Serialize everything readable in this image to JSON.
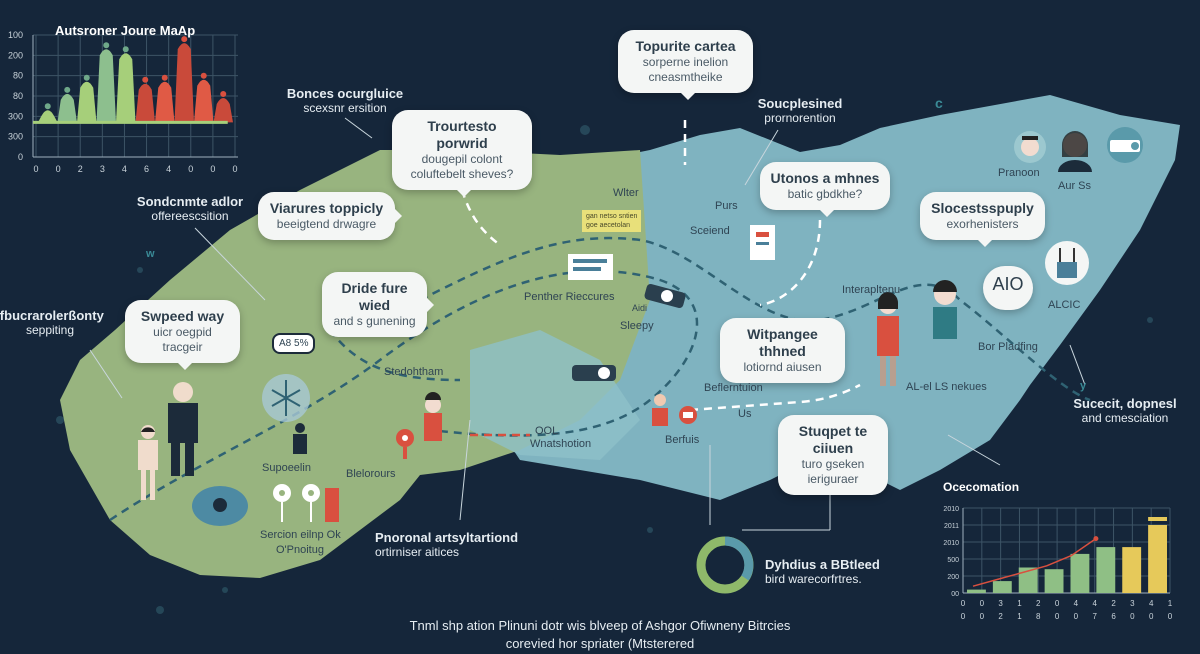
{
  "colors": {
    "background": "#15263a",
    "land_green": "#98b47f",
    "land_teal": "#7fb3c0",
    "bubble": "#f4f6f5",
    "accent_red": "#d9503f",
    "accent_yellow": "#e6c95a"
  },
  "top_chart": {
    "title": "Autsroner Joure MaAp"
  },
  "bottom_chart": {
    "title": "Ocecomation"
  },
  "chart_data": [
    {
      "type": "area",
      "title": "Autsroner Joure MaAp",
      "y_tick_labels": [
        "100",
        "200",
        "80",
        "80",
        "300",
        "300",
        "0"
      ],
      "x_tick_labels": [
        "0",
        "0",
        "2",
        "3",
        "4",
        "6",
        "4",
        "0",
        "0",
        "0"
      ],
      "ylim": [
        0,
        6
      ],
      "baseline": 1.7,
      "grid": true,
      "series": [
        {
          "color": "green",
          "values": [
            2.4,
            3.2,
            3.8,
            5.4,
            5.2
          ]
        },
        {
          "color": "red",
          "values": [
            3.7,
            3.8,
            5.7,
            3.9,
            3.0
          ]
        }
      ]
    },
    {
      "type": "bar",
      "title": "Ocecomation",
      "y_tick_labels": [
        "2010",
        "2011",
        "2010",
        "500",
        "200",
        "00"
      ],
      "x_tick_labels_row1": [
        "0",
        "0",
        "3",
        "1",
        "2",
        "0",
        "4",
        "4",
        "2",
        "3",
        "4",
        "1"
      ],
      "x_tick_labels_row2": [
        "0",
        "0",
        "2",
        "1",
        "8",
        "0",
        "0",
        "7",
        "6",
        "0",
        "0",
        "0"
      ],
      "ylim": [
        0,
        5
      ],
      "grid": true,
      "values": [
        0.2,
        0.7,
        1.5,
        1.4,
        2.3,
        2.7,
        2.7,
        4.0
      ],
      "bar_colors": [
        "green",
        "green",
        "green",
        "green",
        "green",
        "green",
        "yellow",
        "yellow"
      ],
      "trend_line": [
        0.4,
        0.8,
        1.2,
        1.6,
        2.2,
        3.2
      ]
    }
  ],
  "bubbles": [
    {
      "title": "Topurite cartea",
      "lines": [
        "sorperne inelion",
        "cneasmtheike"
      ]
    },
    {
      "title": "Trourtesto porwrid",
      "lines": [
        "dougepil colont",
        "coluftebelt sheves?"
      ]
    },
    {
      "title": "Viarures toppicly",
      "lines": [
        "beeigtend drwagre"
      ]
    },
    {
      "title": "Dride fure wied",
      "lines": [
        "and s gunening"
      ]
    },
    {
      "title": "Swpeed way",
      "lines": [
        "uicr oegpid",
        "tracgeir"
      ]
    },
    {
      "title": "Utonos a mhnes",
      "lines": [
        "batic gbdkhe?"
      ]
    },
    {
      "title": "Slocestsspuply",
      "lines": [
        "exorhenisters"
      ]
    },
    {
      "title": "Witpangee thhned",
      "lines": [
        "lotiornd aiusen"
      ]
    },
    {
      "title": "Stuqpet te ciiuen",
      "lines": [
        "turo gseken",
        "ieriguraer"
      ]
    },
    {
      "title": "AIO",
      "lines": []
    }
  ],
  "callouts": [
    {
      "title": "Bonces ocurgluice",
      "sub": "scexsnr ersition"
    },
    {
      "title": "Sondcnmte adlor",
      "sub": "offereescsition"
    },
    {
      "title": "Ifbucrarolerßonty",
      "sub": "seppiting"
    },
    {
      "title": "Soucplesined",
      "sub": "prornorention"
    },
    {
      "title": "Sucecit, dopnesl",
      "sub": "and cmesciation"
    },
    {
      "title": "Pnoronal artsyltartiond",
      "sub": "ortirniser aitices"
    },
    {
      "title": "Dyhdius a BBtleed",
      "sub": "bird warecorfrtres."
    }
  ],
  "map_labels": [
    "Wlter",
    "Purs",
    "Sceiend",
    "Penther Rieccures",
    "Aidi",
    "Sleepy",
    "Interapltenu",
    "Beflerntuion",
    "Us",
    "Berfuis",
    "OOL",
    "Wnatshotion",
    "Stedohtham",
    "Supoeelin",
    "Blelorours",
    "Sercion eilnp Ok",
    "O'Pnoitug",
    "Pranoon",
    "Aur Ss",
    "ALCIC",
    "Bor Pladfing",
    "AL-el LS nekues",
    "A8 5%",
    "w",
    "y",
    "c"
  ],
  "note": [
    "gan netso sntien",
    "goe aecetolan"
  ],
  "footer": [
    "Tnml shp ation Plinuni dotr wis blveep of Ashgor Ofiwneny Bitrcies",
    "corevied hor spriater (Mtsterered"
  ]
}
